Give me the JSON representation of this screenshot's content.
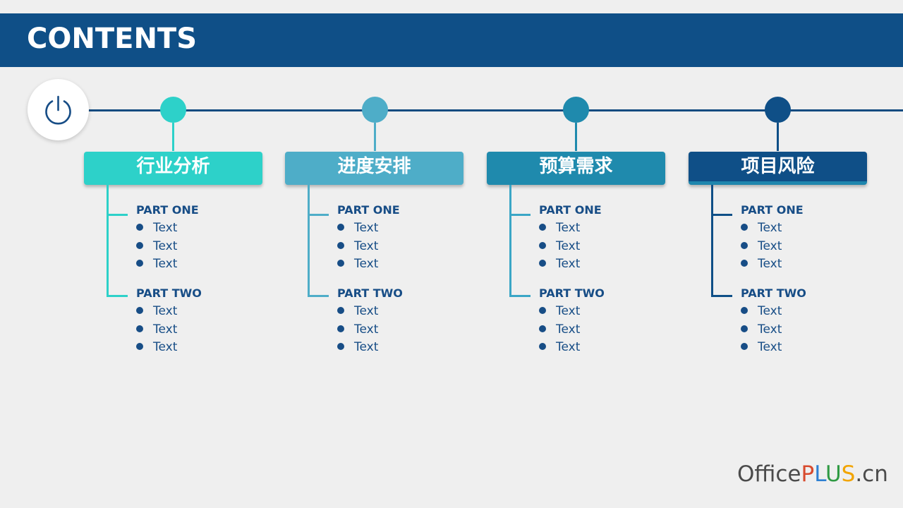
{
  "header": {
    "title": "CONTENTS"
  },
  "sections": [
    {
      "title": "行业分析",
      "color": "#2dd1c9",
      "part_one": "PART ONE",
      "part_one_items": [
        "Text",
        "Text",
        "Text"
      ],
      "part_two": "PART TWO",
      "part_two_items": [
        "Text",
        "Text",
        "Text"
      ]
    },
    {
      "title": "进度安排",
      "color": "#4eadc8",
      "part_one": "PART ONE",
      "part_one_items": [
        "Text",
        "Text",
        "Text"
      ],
      "part_two": "PART TWO",
      "part_two_items": [
        "Text",
        "Text",
        "Text"
      ]
    },
    {
      "title": "预算需求",
      "color": "#1f8aad",
      "part_one": "PART ONE",
      "part_one_items": [
        "Text",
        "Text",
        "Text"
      ],
      "part_two": "PART TWO",
      "part_two_items": [
        "Text",
        "Text",
        "Text"
      ]
    },
    {
      "title": "项目风险",
      "color": "#0f4f87",
      "part_one": "PART ONE",
      "part_one_items": [
        "Text",
        "Text",
        "Text"
      ],
      "part_two": "PART TWO",
      "part_two_items": [
        "Text",
        "Text",
        "Text"
      ]
    }
  ],
  "brand": {
    "part1": "Office",
    "part2": "P",
    "part3": "L",
    "part4": "U",
    "part5": "S",
    "part6": ".cn"
  }
}
